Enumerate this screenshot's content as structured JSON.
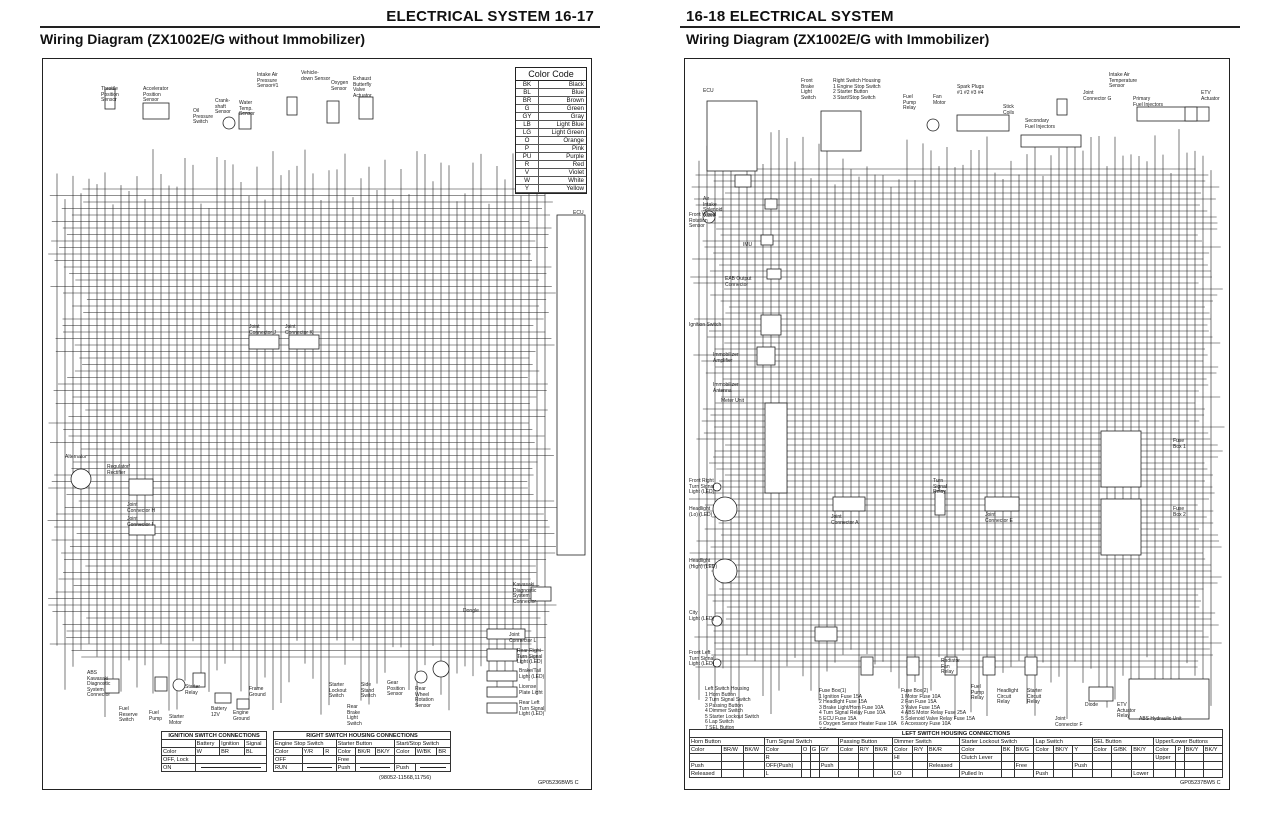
{
  "left_page": {
    "header": "ELECTRICAL SYSTEM 16-17",
    "subheader": "Wiring Diagram (ZX1002E/G without Immobilizer)",
    "color_code": {
      "title": "Color Code",
      "rows": [
        [
          "BK",
          "Black"
        ],
        [
          "BL",
          "Blue"
        ],
        [
          "BR",
          "Brown"
        ],
        [
          "G",
          "Green"
        ],
        [
          "GY",
          "Gray"
        ],
        [
          "LB",
          "Light Blue"
        ],
        [
          "LG",
          "Light Green"
        ],
        [
          "O",
          "Orange"
        ],
        [
          "P",
          "Pink"
        ],
        [
          "PU",
          "Purple"
        ],
        [
          "R",
          "Red"
        ],
        [
          "V",
          "Violet"
        ],
        [
          "W",
          "White"
        ],
        [
          "Y",
          "Yellow"
        ]
      ]
    },
    "component_labels": {
      "throttle": "Throttle\nPosition\nSensor",
      "accelerator": "Accelerator\nPosition\nSensor",
      "crankshaft": "Crank-\nshaft\nSensor",
      "oil_pressure": "Oil\nPressure\nSwitch",
      "water_temp": "Water\nTemp.\nSensor",
      "intake_air": "Intake Air\nPressure\nSensor#1",
      "vehicle_down": "Vehicle-\ndown Sensor",
      "oxygen": "Oxygen\nSensor",
      "exhaust_valve": "Exhaust\nButterfly\nValve\nActuator",
      "joint_k": "Joint\nConnector K",
      "joint_j": "Joint\nConnector J",
      "alternator": "Alternator",
      "regulator": "Regulator/\nRectifier",
      "joint_h": "Joint\nConnector H",
      "joint_i": "Joint\nConnector I",
      "ecu": "ECU",
      "kawasaki": "Kawasaki\nDiagnostic\nSystem\nConnector",
      "dongle": "Dongle",
      "joint_l": "Joint\nConnector L",
      "rear_right": "Rear Right\nTurn Signal\nLight (LED)",
      "brake_tail": "Brake/Tail\nLight (LED)",
      "license": "License\nPlate Light",
      "rear_left": "Rear Left\nTurn Signal\nLight (LED)",
      "abs": "ABS\nKawasaki\nDiagnostic\nSystem\nConnector",
      "fuel_reserve": "Fuel\nReserve\nSwitch",
      "fuel_pump": "Fuel\nPump",
      "starter_motor": "Starter\nMotor",
      "starter_relay": "Starter\nRelay",
      "battery": "Battery\n12V",
      "engine_ground": "Engine\nGround",
      "frame_grounds": "Frame\nGround",
      "starter_lockout": "Starter\nLockout\nSwitch",
      "side_stand": "Side\nStand\nSwitch",
      "rear_brake": "Rear\nBrake\nLight\nSwitch",
      "gear_position": "Gear\nPosition\nSensor",
      "speed_sensor": "Rear\nWheel\nRotation\nSensor"
    },
    "ignition_table": {
      "title": "IGNITION SWITCH CONNECTIONS",
      "cols": [
        "",
        "Battery",
        "Ignition",
        "Signal"
      ],
      "rows": [
        [
          "Color",
          "W",
          "BR",
          "BL"
        ],
        [
          "OFF, Lock",
          "",
          "",
          ""
        ],
        [
          "ON",
          "",
          "",
          ""
        ]
      ]
    },
    "right_switch_table": {
      "title": "RIGHT SWITCH HOUSING CONNECTIONS",
      "engine_stop": "Engine Stop Switch",
      "starter_button": "Starter Button",
      "start_stop": "Start/Stop Switch",
      "row_color": [
        "Color",
        "Y/R",
        "R",
        "Color",
        "BK/R",
        "BK/Y",
        "Color",
        "W/BK",
        "BR"
      ],
      "row_off": [
        "OFF",
        "",
        "",
        "Free"
      ],
      "row_run": [
        "RUN",
        "",
        "",
        "Push",
        "",
        "",
        "Push"
      ]
    },
    "part_number": "(98052-11568,11756)",
    "figure_id": "GP05236BW5 C"
  },
  "right_page": {
    "header": "16-18 ELECTRICAL SYSTEM",
    "subheader": "Wiring Diagram (ZX1002E/G with Immobilizer)",
    "component_labels": {
      "ecu": "ECU",
      "front_brake": "Front\nBrake\nLight\nSwitch",
      "right_housing": "Right Switch Housing\n1 Engine Stop Switch\n2 Starter Button\n3 Start/Stop Switch",
      "air_intake": "Air\nIntake\nSolenoid\nValve",
      "fuel_pump_relay": "Fuel\nPump\nRelay",
      "fan_motor": "Fan\nMotor",
      "spark_plugs": "Spark Plugs\n#1 #2 #3 #4",
      "stick_coils": "Stick\nCoils",
      "secondary_inj": "Secondary\nFuel Injectors",
      "primary_inj": "Primary\nFuel Injectors",
      "intake_temp": "Intake Air\nTemperature\nSensor",
      "joint_g": "Joint\nConnector G",
      "etv": "ETV\nActuator",
      "front_wheel": "Front Wheel\nRotation\nSensor",
      "imu": "IMU",
      "eab_output": "EAB Output\nConnector",
      "ignition_switch": "Ignition Switch",
      "immobilizer_amp": "Immobilizer\nAmplifier",
      "immobilizer_antenna": "Immobilizer\nAntenna",
      "meter_unit": "Meter Unit",
      "front_right_turn": "Front Right\nTurn Signal\nLight (LED)",
      "headlight_lo": "Headlight\n(Lo) (LED)",
      "headlight_hi": "Headlight\n(High) (LED)",
      "city_light": "City\nLight (LED)",
      "front_left_turn": "Front Left\nTurn Signal\nLight (LED)",
      "joint_a": "Joint\nConnector A",
      "turn_relay": "Turn\nSignal\nRelay",
      "joint_e": "Joint\nConnector E",
      "fuse_box1": "Fuse\nBox 1",
      "fuse_box2": "Fuse\nBox 2",
      "radiator_fan": "Radiator\nFan\nRelay",
      "fuel_pump": "Fuel\nPump\nRelay",
      "headlight_relay": "Headlight\nCircuit\nRelay",
      "starter_relay": "Starter\nCircuit\nRelay",
      "abs_unit": "ABS Hydraulic Unit",
      "joint_connector_f": "Joint\nConnector F",
      "diode": "Diode",
      "etv_relay": "ETV\nActuator\nRelay"
    },
    "fuse_notes_left": "Left Switch Housing\n1 Horn Button\n2 Turn Signal Switch\n3 Passing Button\n4 Dimmer Switch\n5 Starter Lockout Switch\n6 Lap Switch\n7 SEL Button\n8 Upper/Lower Buttons",
    "fuse_notes_mid": "Fuse Box(1)\n1 Ignition Fuse 15A\n2 Headlight Fuse 15A\n3 Brake Light/Horn Fuse 10A\n4 Turn Signal Relay Fuse 10A\n5 ECU Fuse 15A\n6 Oxygen Sensor Heater Fuse 10A\n7 Spare",
    "fuse_notes_right": "Fuse Box(2)\n1 Motor Fuse 10A\n2 Fan Fuse 15A\n3 Valve Fuse 15A\n4 ABS Motor Relay Fuse 25A\n5 Solenoid Valve Relay Fuse 15A\n6 Accessory Fuse 10A",
    "left_switch_table": {
      "title": "LEFT SWITCH HOUSING CONNECTIONS",
      "groups": [
        "Horn Button",
        "Turn Signal Switch",
        "Passing Button",
        "Dimmer Switch",
        "Starter Lockout Switch",
        "Lap Switch",
        "SEL Button",
        "Upper/Lower Buttons"
      ],
      "row_color": [
        "Color",
        "BR/W",
        "BK/W",
        "Color",
        "O",
        "G",
        "GY",
        "Color",
        "R/Y",
        "BK/R",
        "Color",
        "R/Y",
        "BK/R",
        "Color",
        "BK",
        "BK/G",
        "Color",
        "BK/Y",
        "Y",
        "Color",
        "G/BK",
        "BK/Y",
        "Color",
        "P",
        "BK/Y",
        "BK/Y"
      ],
      "row1": [
        "",
        "",
        "",
        "R",
        "",
        "",
        "",
        "",
        "",
        "",
        "HI",
        "",
        "",
        "Clutch Lever",
        "",
        "",
        "",
        "",
        "",
        "",
        "",
        "",
        "Upper",
        "",
        ""
      ],
      "row2": [
        "Push",
        "",
        "",
        "OFF(Push)",
        "",
        "",
        "Push",
        "",
        "",
        "",
        "",
        "",
        "Released",
        "",
        "",
        "Free",
        "",
        "",
        "Push",
        "",
        "",
        "",
        ""
      ],
      "row3": [
        "Released",
        "",
        "",
        "L",
        "",
        "",
        "",
        "",
        "",
        "",
        "LO",
        "",
        "",
        "Pulled In",
        "",
        "",
        "Push",
        "",
        "",
        "",
        "",
        "Lower",
        "",
        ""
      ]
    },
    "figure_id": "GP05237BW5 C"
  }
}
